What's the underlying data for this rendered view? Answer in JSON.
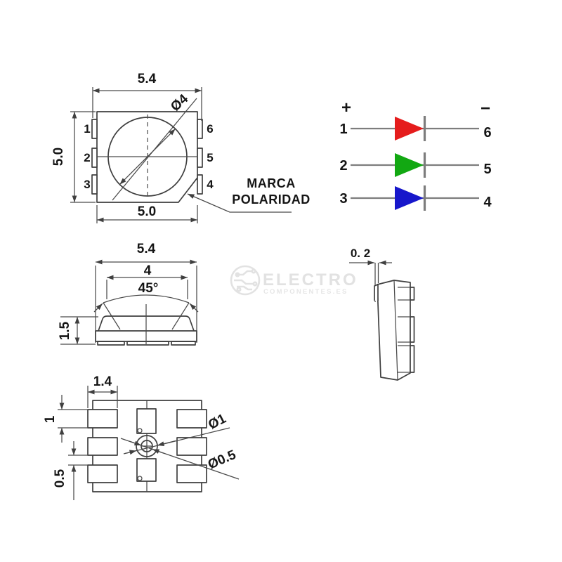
{
  "watermark": {
    "brand": "ELECTRO",
    "domain": "COMPONENTES.ES"
  },
  "top_view": {
    "dim_overall_width": "5.4",
    "dim_body_height": "5.0",
    "dim_body_width": "5.0",
    "dim_lens_diameter": "Ø4",
    "pins_left": [
      "1",
      "2",
      "3"
    ],
    "pins_right": [
      "6",
      "5",
      "4"
    ],
    "polarity_label_line1": "MARCA",
    "polarity_label_line2": "POLARIDAD"
  },
  "schematic": {
    "plus": "+",
    "minus": "−",
    "rows": [
      {
        "anode_pin": "1",
        "cathode_pin": "6",
        "channel": "red",
        "color": "#e51c1c"
      },
      {
        "anode_pin": "2",
        "cathode_pin": "5",
        "channel": "green",
        "color": "#12a812"
      },
      {
        "anode_pin": "3",
        "cathode_pin": "4",
        "channel": "blue",
        "color": "#1717cb"
      }
    ]
  },
  "front_view": {
    "dim_width": "5.4",
    "dim_lens_opening": "4",
    "dim_cup_angle": "45°",
    "dim_height": "1.5"
  },
  "profile_view": {
    "dim_lead_thickness": "0. 2"
  },
  "bottom_view": {
    "dim_pad_width": "1.4",
    "dim_pad_height": "1",
    "dim_pad_gap": "0.5",
    "dim_via_outer": "Ø1",
    "dim_via_inner": "Ø0.5"
  },
  "colors": {
    "red": "#e51c1c",
    "green": "#12a812",
    "blue": "#1717cb",
    "line": "#3f3f3f",
    "schematic_line": "#7d7d7d",
    "watermark": "#e2e2e2"
  }
}
